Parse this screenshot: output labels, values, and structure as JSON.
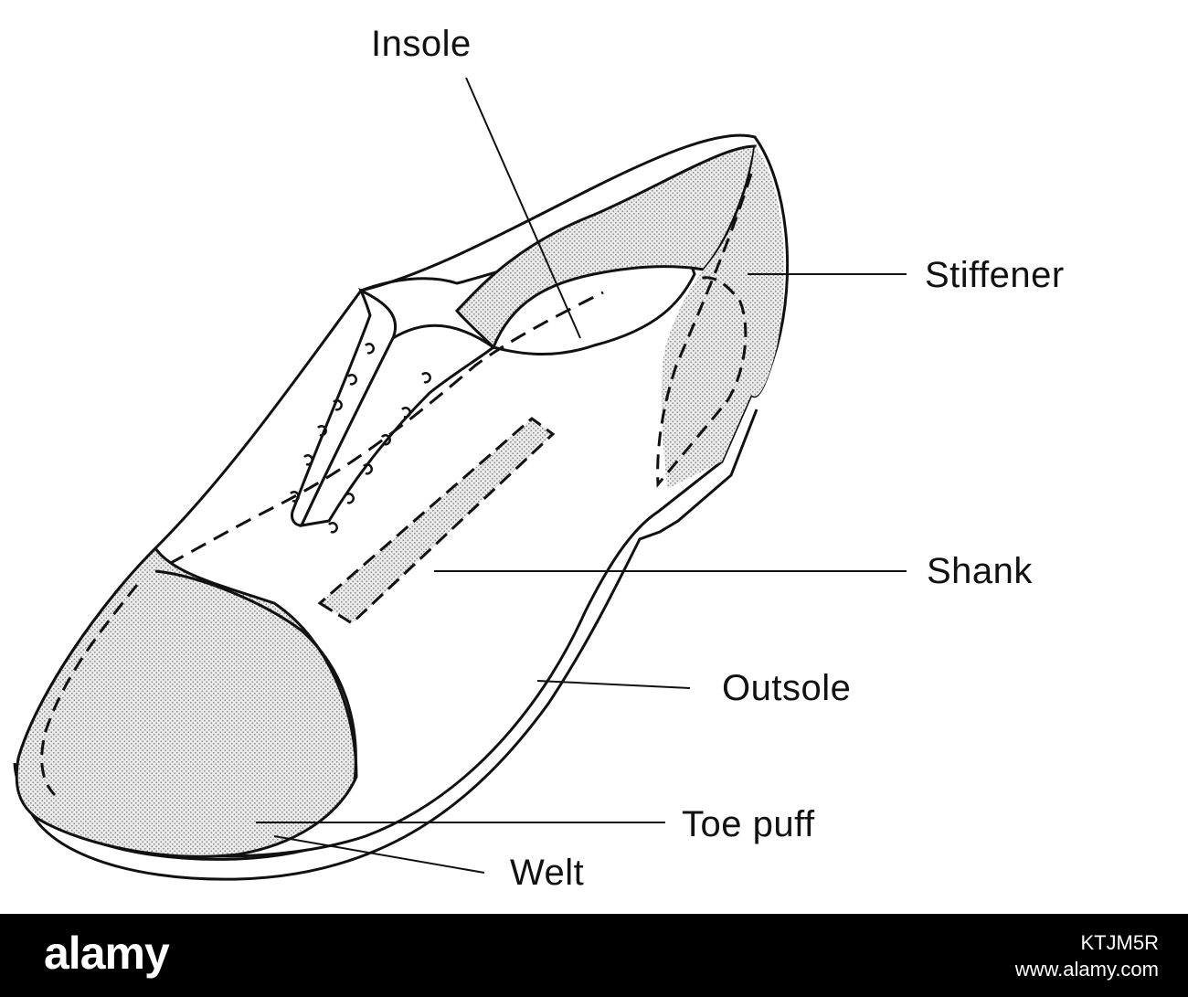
{
  "diagram": {
    "labels": {
      "insole": "Insole",
      "stiffener": "Stiffener",
      "shank": "Shank",
      "outsole": "Outsole",
      "toe_puff": "Toe puff",
      "welt": "Welt"
    }
  },
  "watermark": {
    "logo": "alamy",
    "image_id": "KTJM5R",
    "site": "www.alamy.com"
  },
  "colors": {
    "line": "#111111",
    "stipple": "#8a8a8a",
    "footer_background": "#000000",
    "footer_text": "#ffffff"
  }
}
